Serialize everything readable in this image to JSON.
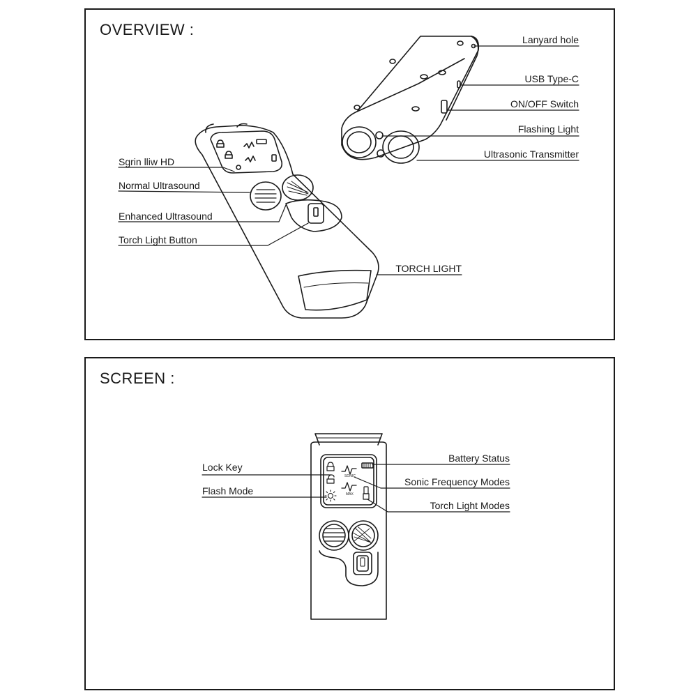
{
  "overview": {
    "title": "OVERVIEW :",
    "labels": {
      "lanyard_hole": "Lanyard hole",
      "usb_type_c": "USB Type-C",
      "on_off_switch": "ON/OFF Switch",
      "flashing_light": "Flashing Light",
      "ultrasonic_transmitter": "Ultrasonic Transmitter",
      "display": "Sgrin lliw HD",
      "normal_ultrasound": "Normal Ultrasound",
      "enhanced_ultrasound": "Enhanced Ultrasound",
      "torch_light_button": "Torch Light Button",
      "torch_light": "TORCH LIGHT"
    }
  },
  "screen": {
    "title": "SCREEN :",
    "labels": {
      "lock_key": "Lock Key",
      "flash_mode": "Flash Mode",
      "battery_status": "Battery Status",
      "sonic_frequency_modes": "Sonic Frequency Modes",
      "torch_light_modes": "Torch Light Modes"
    },
    "screen_text": {
      "sonic": "SONIC",
      "max": "MAX"
    }
  }
}
